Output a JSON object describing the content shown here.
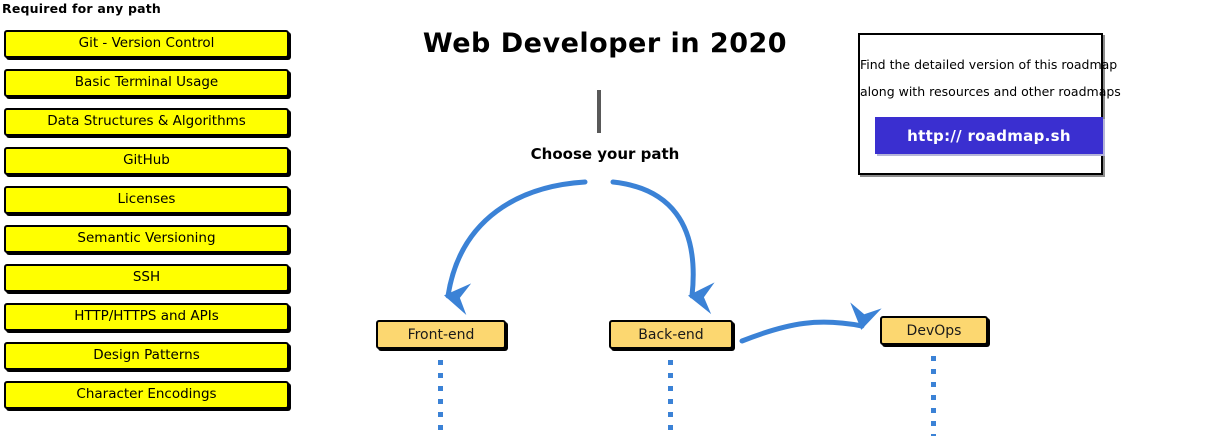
{
  "left_column": {
    "heading": "Required for any path",
    "items": [
      {
        "label": "Git - Version Control"
      },
      {
        "label": "Basic Terminal Usage"
      },
      {
        "label": "Data Structures & Algorithms"
      },
      {
        "label": "GitHub"
      },
      {
        "label": "Licenses"
      },
      {
        "label": "Semantic Versioning"
      },
      {
        "label": "SSH"
      },
      {
        "label": "HTTP/HTTPS and APIs"
      },
      {
        "label": "Design Patterns"
      },
      {
        "label": "Character Encodings"
      }
    ]
  },
  "center": {
    "title": "Web Developer in 2020",
    "choose_label": "Choose your path",
    "paths": [
      {
        "label": "Front-end"
      },
      {
        "label": "Back-end"
      },
      {
        "label": "DevOps"
      }
    ]
  },
  "info_panel": {
    "line1": "Find the detailed version of this roadmap",
    "line2": "along with resources and other roadmaps",
    "cta_label": "http:// roadmap.sh"
  },
  "colors": {
    "required_box_fill": "#ffff00",
    "path_box_fill": "#fcd770",
    "arrow_blue": "#3b82d6",
    "cta_blue": "#3a2fd0",
    "outline": "#000000",
    "trunk_gray": "#595959"
  }
}
